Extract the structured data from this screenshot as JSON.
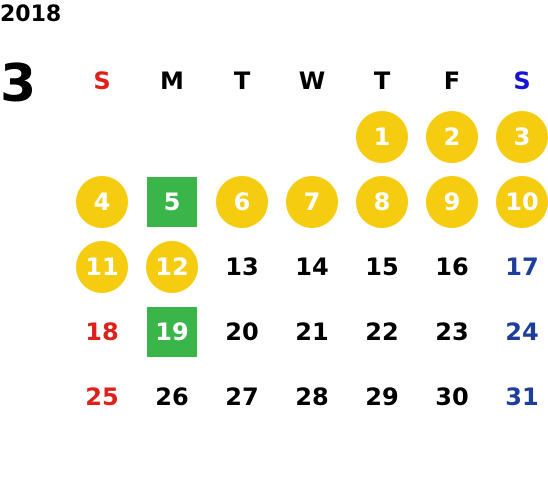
{
  "year": "2018",
  "month": "3",
  "weekdays": [
    {
      "label": "S",
      "kind": "sun"
    },
    {
      "label": "M",
      "kind": "weekday"
    },
    {
      "label": "T",
      "kind": "weekday"
    },
    {
      "label": "W",
      "kind": "weekday"
    },
    {
      "label": "T",
      "kind": "weekday"
    },
    {
      "label": "F",
      "kind": "weekday"
    },
    {
      "label": "S",
      "kind": "sat"
    }
  ],
  "colors": {
    "sunday": "#e0211b",
    "saturday": "#1e3f99",
    "saturday_header": "#1414d2",
    "highlight_circle": "#f5cc0f",
    "highlight_square": "#3ab54a",
    "text": "#000000"
  },
  "weeks": [
    [
      {
        "day": "",
        "style": "none"
      },
      {
        "day": "",
        "style": "none"
      },
      {
        "day": "",
        "style": "none"
      },
      {
        "day": "",
        "style": "none"
      },
      {
        "day": "1",
        "style": "circle"
      },
      {
        "day": "2",
        "style": "circle"
      },
      {
        "day": "3",
        "style": "circle"
      }
    ],
    [
      {
        "day": "4",
        "style": "circle"
      },
      {
        "day": "5",
        "style": "square"
      },
      {
        "day": "6",
        "style": "circle"
      },
      {
        "day": "7",
        "style": "circle"
      },
      {
        "day": "8",
        "style": "circle"
      },
      {
        "day": "9",
        "style": "circle"
      },
      {
        "day": "10",
        "style": "circle"
      }
    ],
    [
      {
        "day": "11",
        "style": "circle"
      },
      {
        "day": "12",
        "style": "circle"
      },
      {
        "day": "13",
        "style": "none"
      },
      {
        "day": "14",
        "style": "none"
      },
      {
        "day": "15",
        "style": "none"
      },
      {
        "day": "16",
        "style": "none"
      },
      {
        "day": "17",
        "style": "none"
      }
    ],
    [
      {
        "day": "18",
        "style": "none"
      },
      {
        "day": "19",
        "style": "square"
      },
      {
        "day": "20",
        "style": "none"
      },
      {
        "day": "21",
        "style": "none"
      },
      {
        "day": "22",
        "style": "none"
      },
      {
        "day": "23",
        "style": "none"
      },
      {
        "day": "24",
        "style": "none"
      }
    ],
    [
      {
        "day": "25",
        "style": "none"
      },
      {
        "day": "26",
        "style": "none"
      },
      {
        "day": "27",
        "style": "none"
      },
      {
        "day": "28",
        "style": "none"
      },
      {
        "day": "29",
        "style": "none"
      },
      {
        "day": "30",
        "style": "none"
      },
      {
        "day": "31",
        "style": "none"
      }
    ]
  ]
}
